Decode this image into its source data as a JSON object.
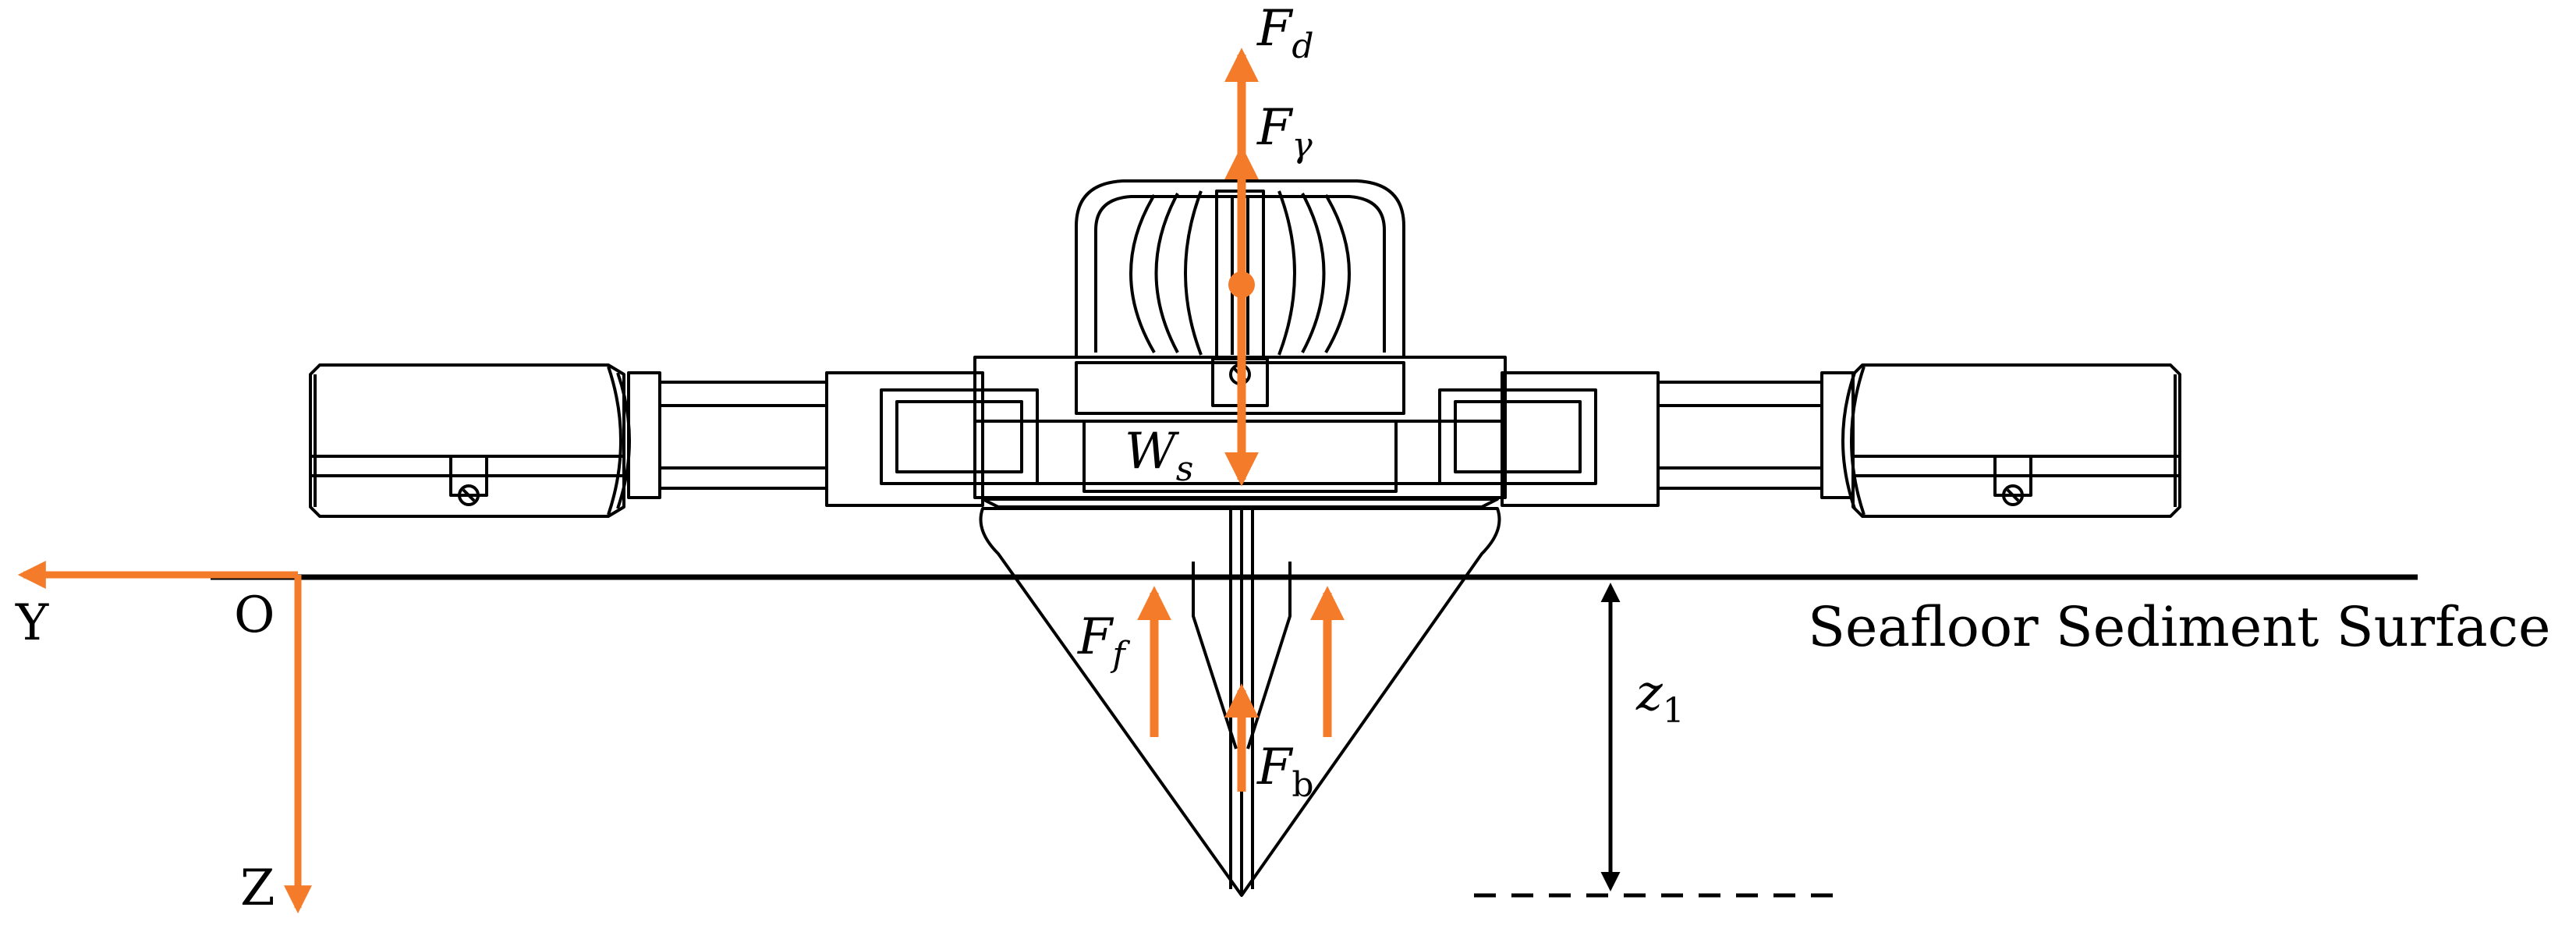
{
  "colors": {
    "force": "#F47B2A",
    "line": "#000000",
    "background": "#FFFFFF"
  },
  "labels": {
    "force_drag": {
      "main": "F",
      "sub": "d"
    },
    "force_gamma": {
      "main": "F",
      "sub": "γ"
    },
    "weight": {
      "main": "W",
      "sub": "s"
    },
    "force_friction": {
      "main": "F",
      "sub": "f"
    },
    "force_buoyancy": {
      "main": "F",
      "sub": "b"
    },
    "depth": {
      "main": "z",
      "sub": "1"
    },
    "axis_y": "Y",
    "axis_z": "Z",
    "origin": "O",
    "surface": "Seafloor Sediment Surface"
  }
}
